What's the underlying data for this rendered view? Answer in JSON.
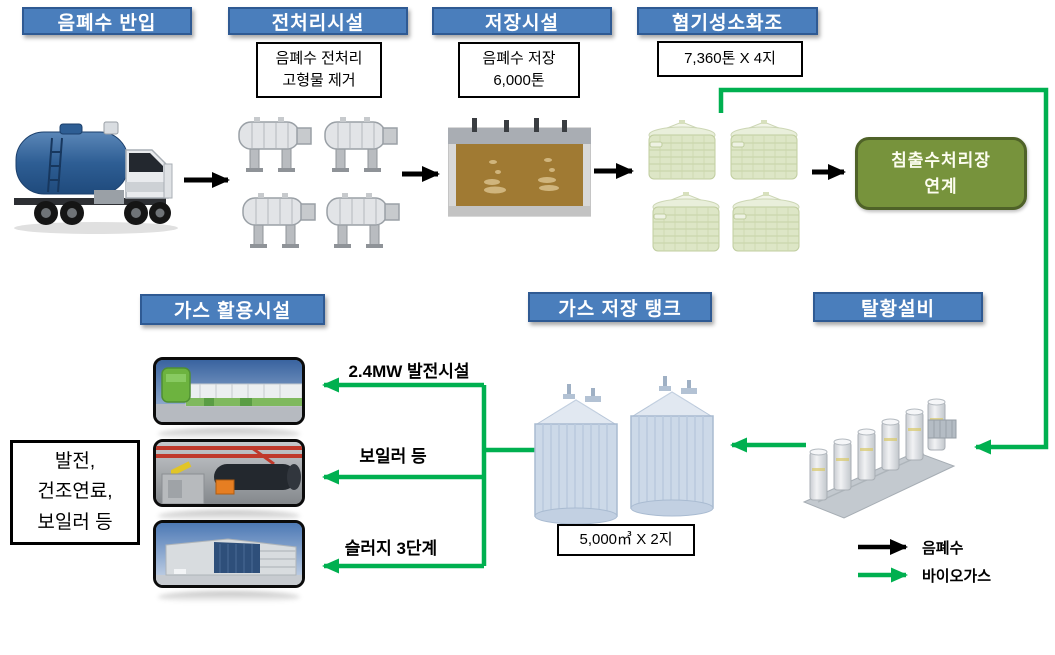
{
  "colors": {
    "header_fill": "#4a7ebc",
    "header_border": "#2f5a93",
    "biogas_green": "#00b050",
    "waste_black": "#000000",
    "leachate_fill": "#77933c",
    "leachate_border": "#4f6228"
  },
  "top_flow": {
    "intake": {
      "title": "음폐수 반입",
      "icon": "tanker-truck"
    },
    "pretreatment": {
      "title": "전처리시설",
      "note": [
        "음폐수 전처리",
        "고형물 제거"
      ],
      "icon": "decanter-centrifuges"
    },
    "storage": {
      "title": "저장시설",
      "note": [
        "음폐수 저장",
        "6,000톤"
      ],
      "icon": "storage-basin"
    },
    "digester": {
      "title": "혐기성소화조",
      "note": "7,360톤 X 4지",
      "icon": "digester-tanks"
    },
    "leachate": {
      "label": [
        "침출수처리장",
        "연계"
      ]
    }
  },
  "bottom_flow": {
    "gas_use": {
      "title": "가스 활용시설",
      "outputs": [
        "2.4MW 발전시설",
        "보일러 등",
        "슬러지 3단계"
      ],
      "uses": [
        "발전,",
        "건조연료,",
        "보일러 등"
      ],
      "photos": [
        "power-plant",
        "boiler-room",
        "sludge-building"
      ]
    },
    "gas_tank": {
      "title": "가스 저장 탱크",
      "note": "5,000㎥ X 2지",
      "icon": "gas-holder-tanks"
    },
    "desulfurization": {
      "title": "탈황설비",
      "icon": "desulfurization-towers"
    }
  },
  "legend": {
    "items": [
      {
        "color": "black",
        "label": "음폐수"
      },
      {
        "color": "green",
        "label": "바이오가스"
      }
    ]
  }
}
